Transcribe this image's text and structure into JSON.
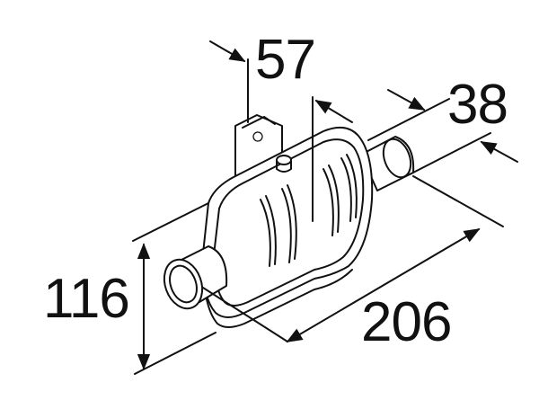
{
  "dimensions": {
    "top_width": "57",
    "pipe_diameter": "38",
    "height": "116",
    "length": "206"
  },
  "colors": {
    "line": "#111111",
    "background": "#ffffff"
  }
}
